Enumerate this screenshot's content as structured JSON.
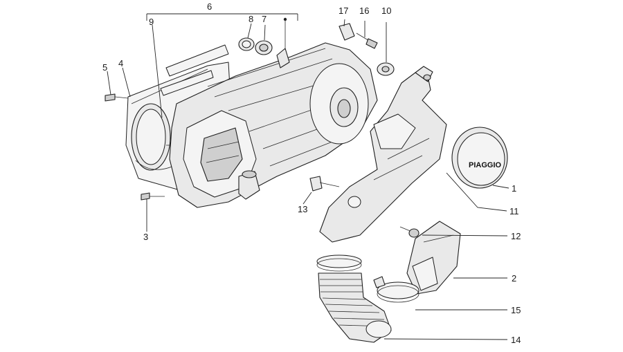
{
  "callouts": {
    "c1": "1",
    "c2": "2",
    "c3": "3",
    "c4": "4",
    "c5": "5",
    "c6": "6",
    "c7": "7",
    "c8": "8",
    "c9": "9",
    "c10": "10",
    "c11": "11",
    "c12": "12",
    "c13": "13",
    "c14": "14",
    "c15": "15",
    "c16": "16",
    "c17": "17"
  },
  "logo": {
    "text": "PIAGGIO"
  }
}
